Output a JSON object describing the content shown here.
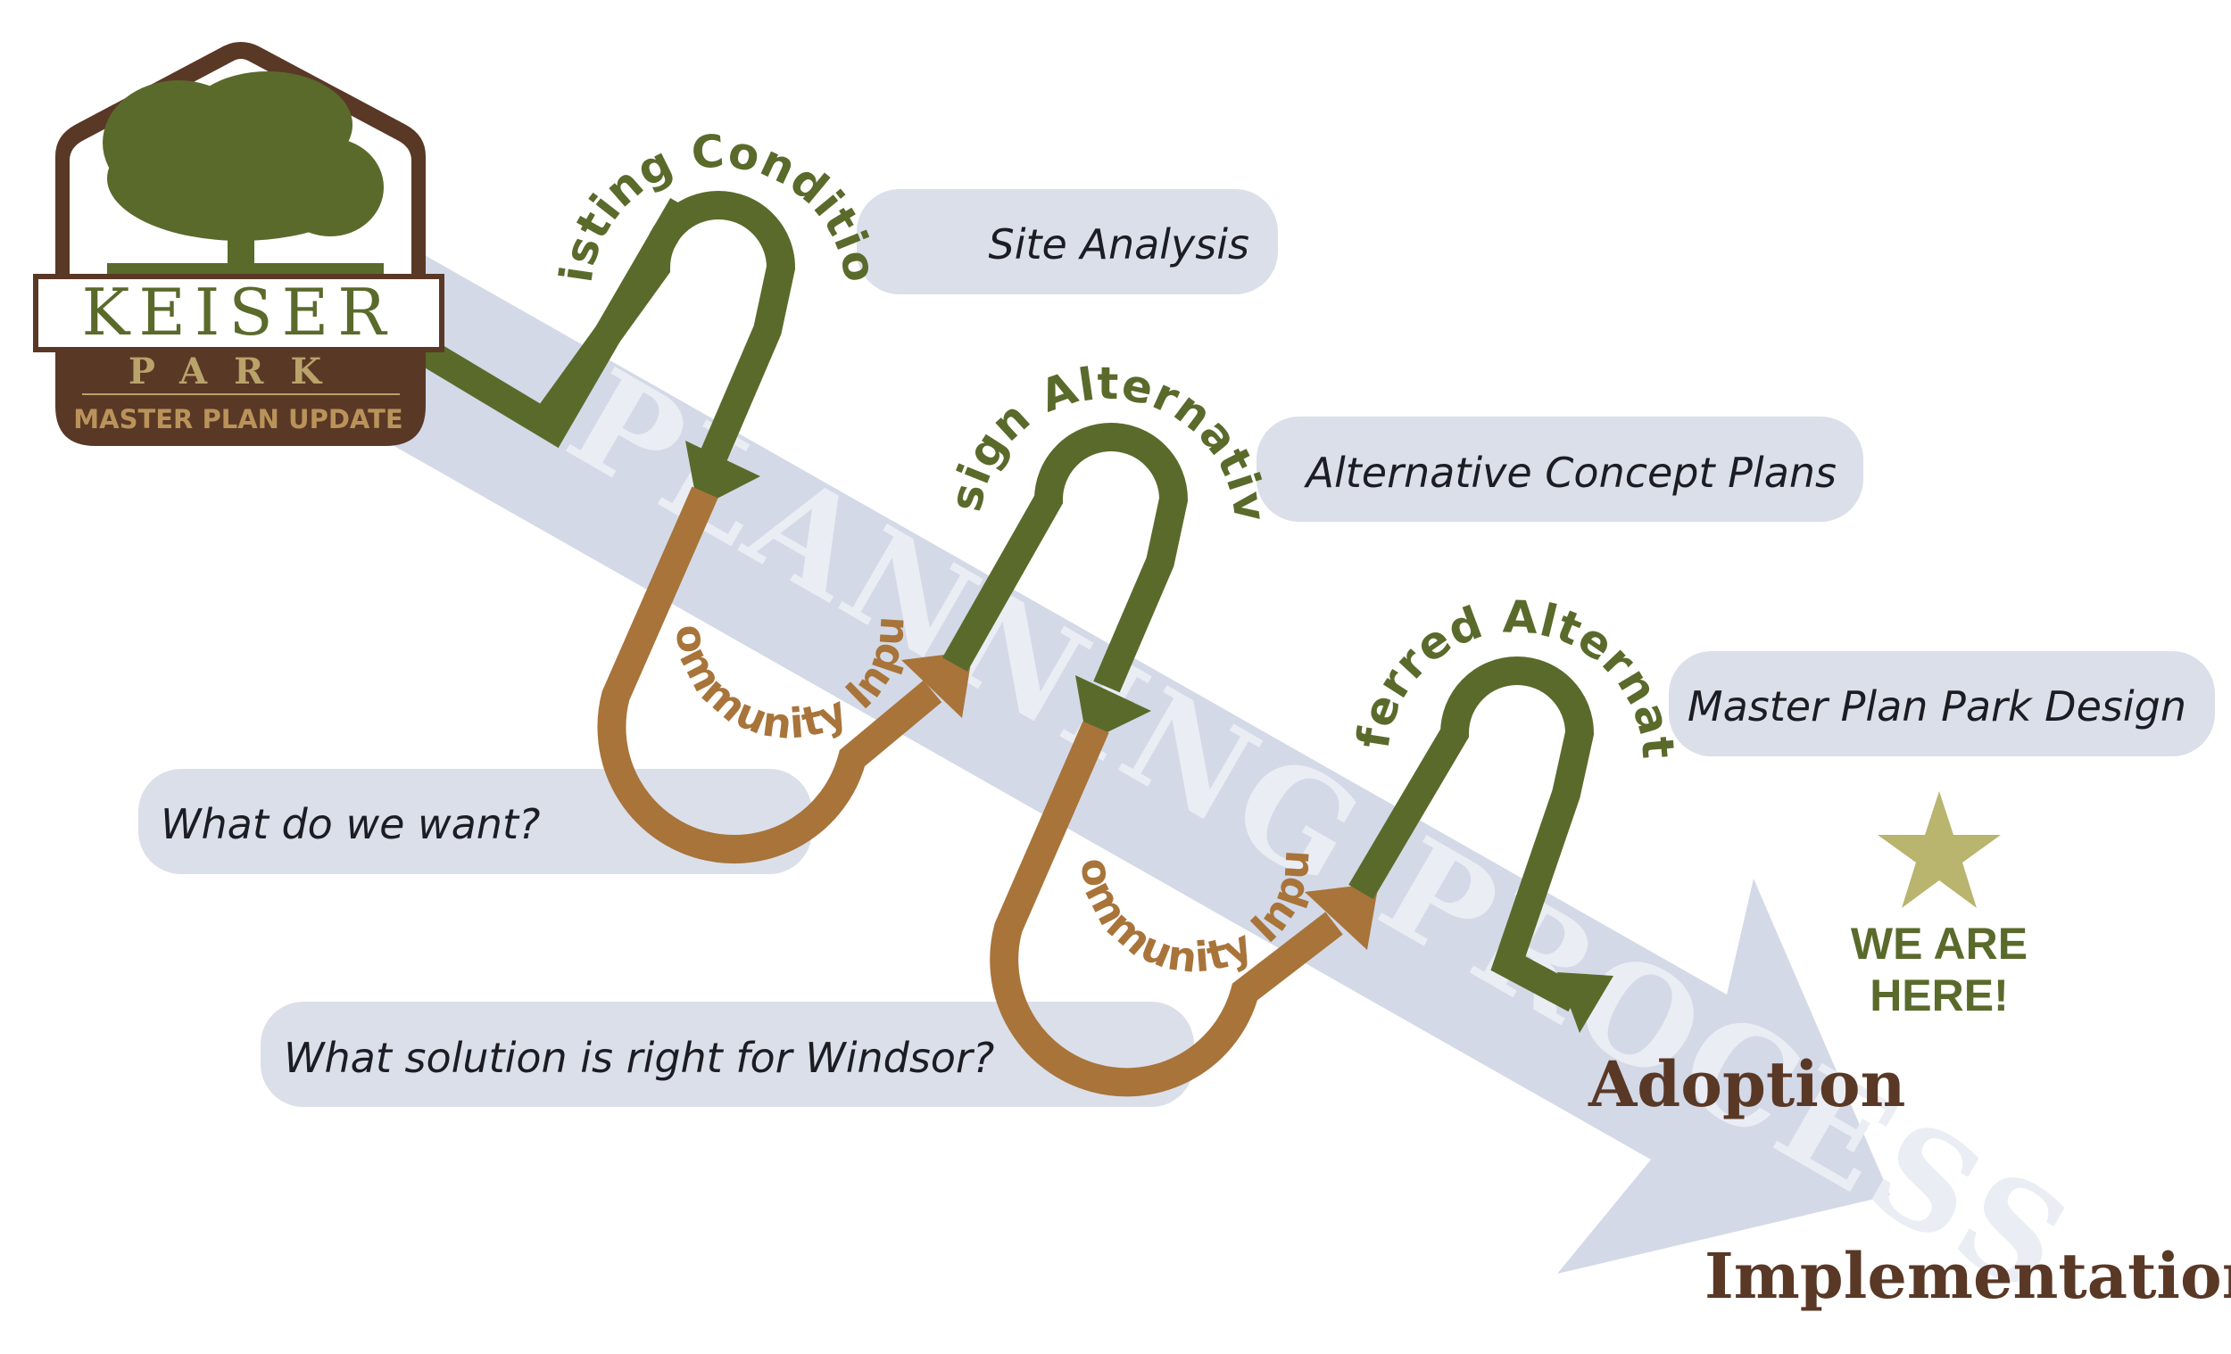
{
  "logo": {
    "title": "KEISER",
    "subtitle": "PARK",
    "tagline": "MASTER PLAN UPDATE"
  },
  "banner": {
    "label": "PLANNING PROCESS"
  },
  "steps": [
    {
      "id": "existing",
      "label": "Existing Conditions",
      "bubble": "Site Analysis"
    },
    {
      "id": "design",
      "label": "Design Alternatives",
      "bubble": "Alternative Concept Plans"
    },
    {
      "id": "preferred",
      "label": "Preferred Alternative",
      "bubble": "Master Plan Park Design"
    }
  ],
  "community_inputs": [
    {
      "label": "Community Input",
      "bubble": "What do we want?"
    },
    {
      "label": "Community Input",
      "bubble": "What solution is right for Windsor?"
    }
  ],
  "stages": {
    "adoption": "Adoption",
    "implementation": "Implementation"
  },
  "marker": {
    "line1": "WE ARE",
    "line2": "HERE!"
  },
  "colors": {
    "green": "#5a6a2b",
    "brown": "#a8743a",
    "banner": "#d3d9e7",
    "bubble": "#dbdfea",
    "star": "#b9b46e",
    "logo_brown": "#5a3826"
  }
}
